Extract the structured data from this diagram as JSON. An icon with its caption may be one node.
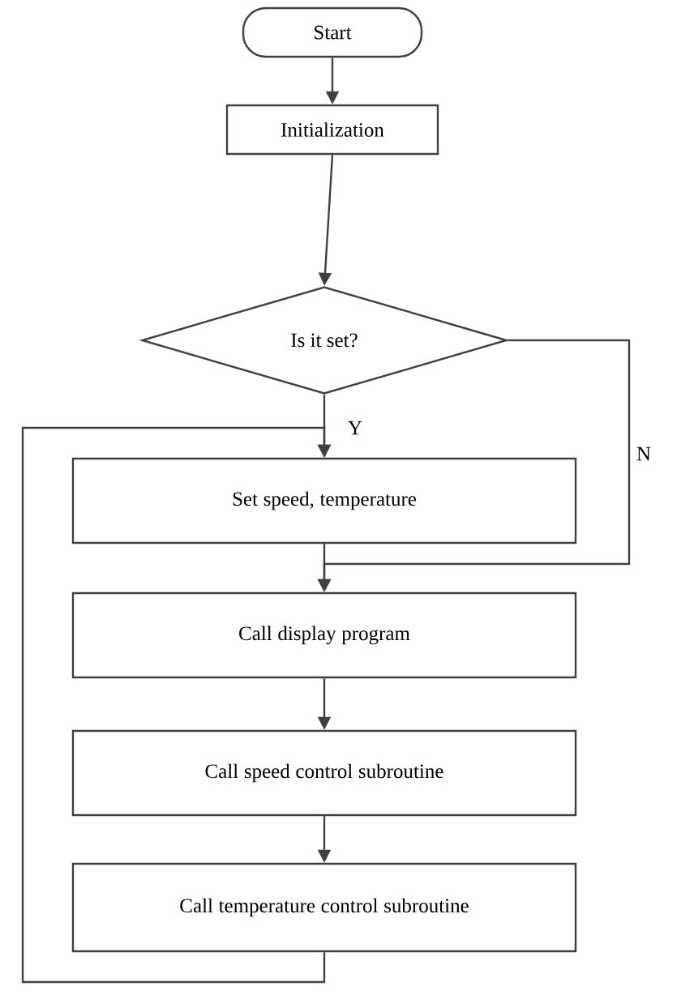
{
  "diagram": {
    "nodes": [
      {
        "text": [
          "Start"
        ]
      },
      {
        "text": [
          "Initialization"
        ]
      },
      {
        "text": [
          "Is it set?"
        ]
      },
      {
        "text": [
          "Set speed, temperature"
        ]
      },
      {
        "text": [
          "Call display program"
        ]
      },
      {
        "text": [
          "Call speed control subroutine"
        ]
      },
      {
        "text": [
          "Call temperature control subroutine"
        ]
      }
    ],
    "edges": [
      {
        "from": 0,
        "to": 1,
        "arrow": "to"
      },
      {
        "from": 1,
        "to": 2,
        "arrow": "to"
      },
      {
        "from": 2,
        "to": 3,
        "arrow": "to",
        "label": "Y"
      },
      {
        "from": 2,
        "to": 4,
        "arrow": "to",
        "label": "N"
      },
      {
        "from": 3,
        "to": 4,
        "arrow": "to"
      },
      {
        "from": 4,
        "to": 5,
        "arrow": "to"
      },
      {
        "from": 5,
        "to": 6,
        "arrow": "to"
      },
      {
        "from": 6,
        "to": 3,
        "arrow": "to"
      }
    ]
  }
}
